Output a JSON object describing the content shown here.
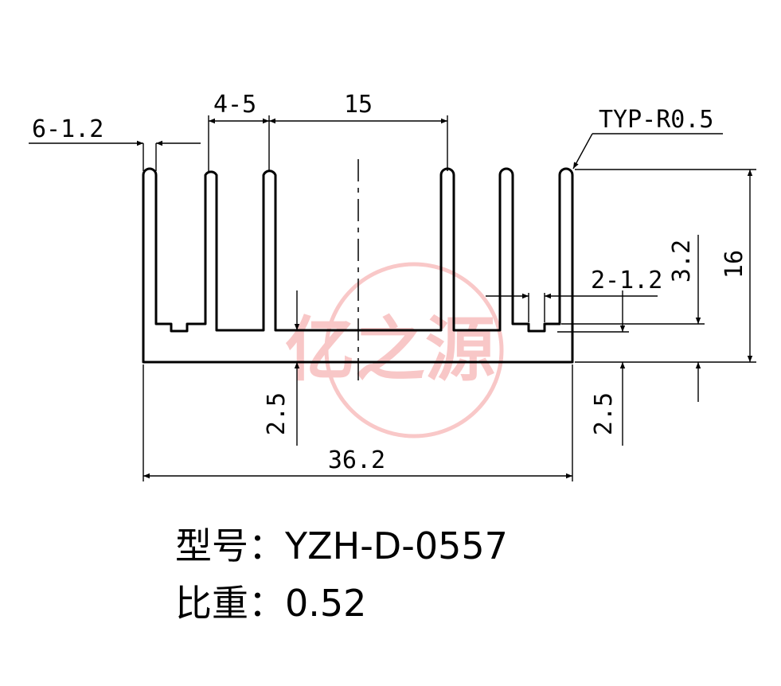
{
  "dimensions": {
    "fin_count_thickness": "6-1.2",
    "fin_gap": "4-5",
    "center_gap": "15",
    "corner_radius": "TYP-R0.5",
    "total_height": "16",
    "groove_height": "3.2",
    "groove_count_width": "2-1.2",
    "base_thickness_left": "2.5",
    "base_thickness_right": "2.5",
    "total_width": "36.2"
  },
  "spec": {
    "model_label": "型号：",
    "model_value": "YZH-D-0557",
    "weight_label": "比重：",
    "weight_value": "0.52"
  },
  "watermark": {
    "text": "亿之源",
    "color": "#e83a3a"
  }
}
